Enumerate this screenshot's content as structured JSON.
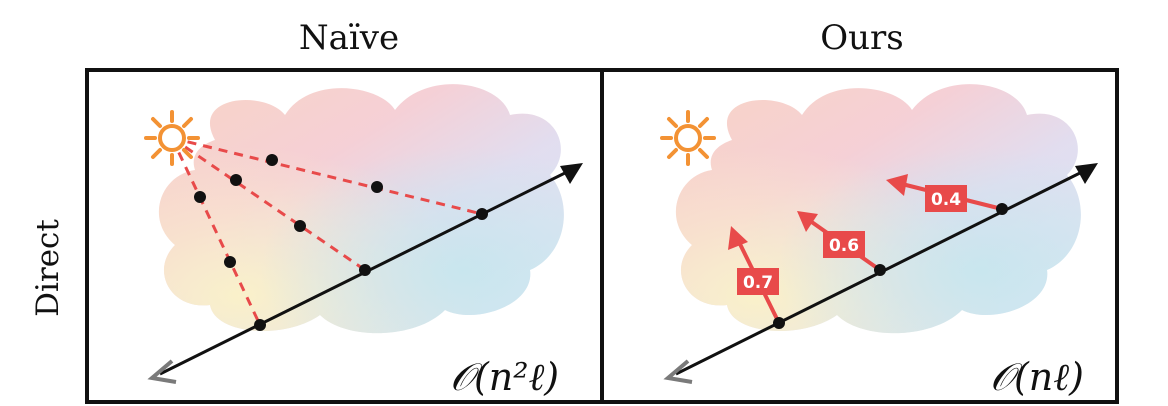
{
  "columns": {
    "left_title": "Naïve",
    "right_title": "Ours"
  },
  "row_label": "Direct",
  "complexity": {
    "left": "𝒪(n²ℓ)",
    "right": "𝒪(nℓ)"
  },
  "arrow_values": [
    "0.7",
    "0.6",
    "0.4"
  ],
  "colors": {
    "light": "#f39234",
    "dashed_ray": "#e84a4a",
    "arrow": "#e84a4a",
    "frame": "#111111",
    "ray_tail": "#7a7a7a"
  },
  "icons": [
    "sun-icon",
    "sun-icon"
  ]
}
